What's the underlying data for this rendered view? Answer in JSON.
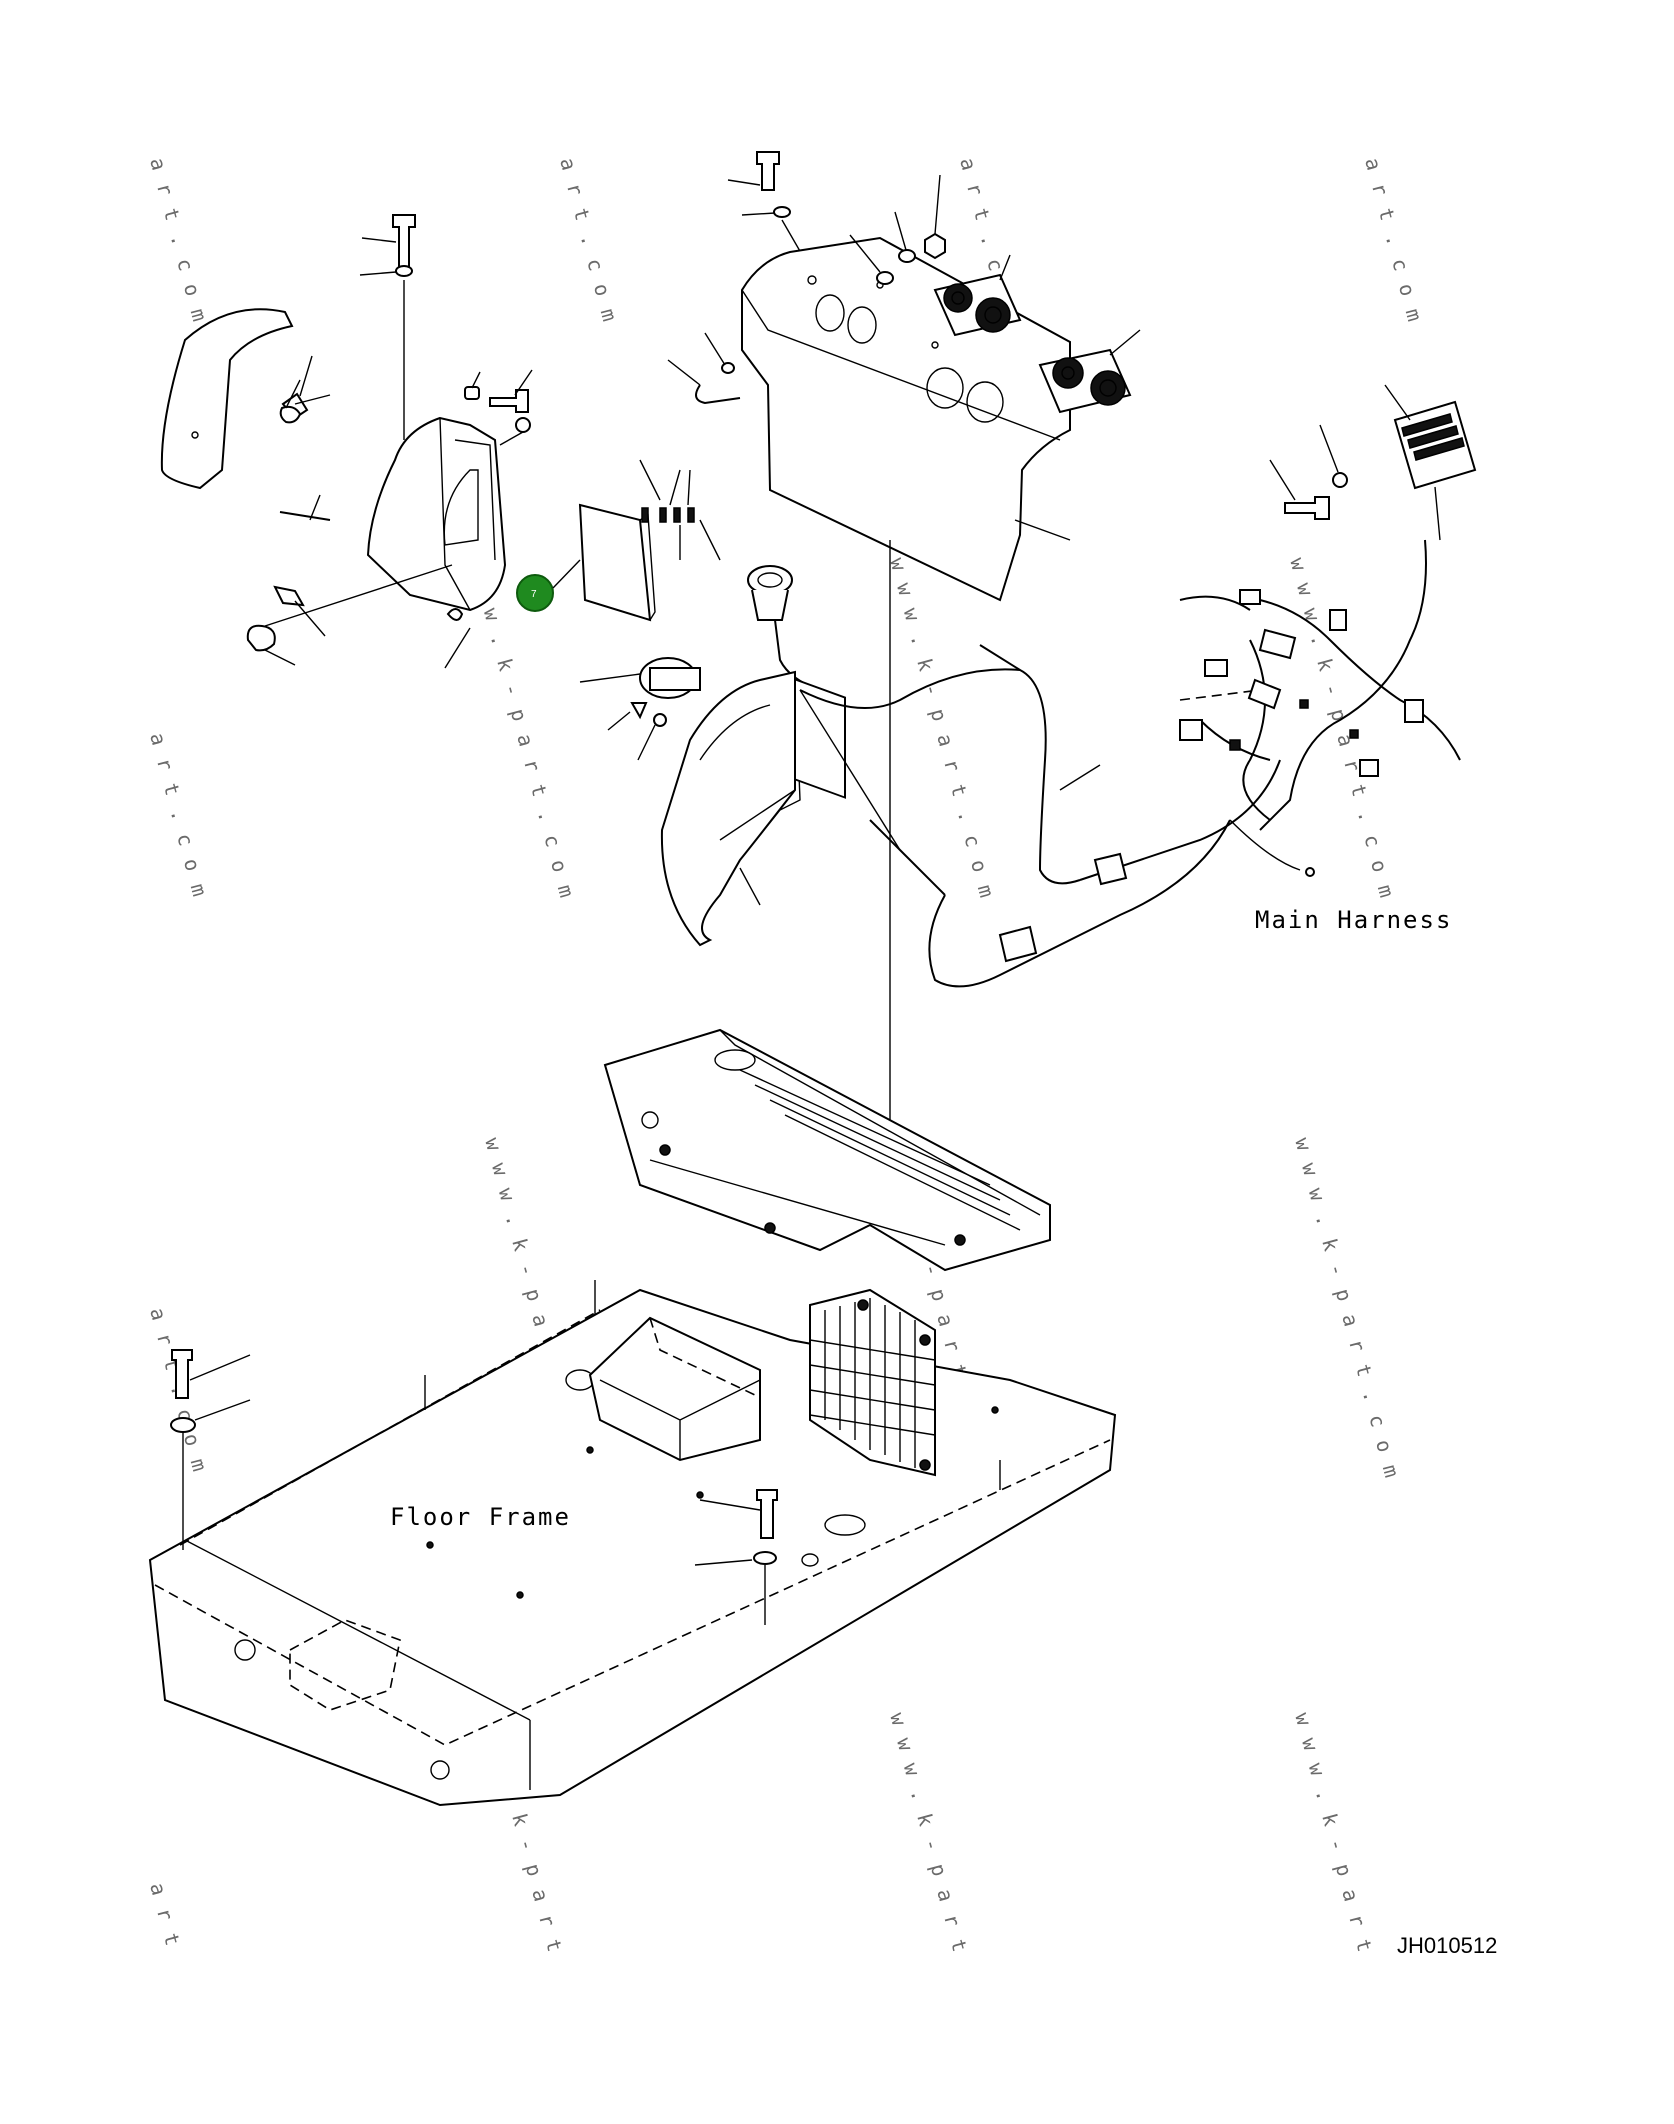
{
  "labels": {
    "main_harness": "Main Harness",
    "floor_frame": "Floor Frame",
    "drawing_code": "JH010512"
  },
  "hotspots": [
    {
      "number": "7",
      "color": "#1f8a1f"
    }
  ],
  "watermark": {
    "text_a": "art.com",
    "text_b": "www.k-part.com",
    "text_c": "www.k-part",
    "text_d": "art",
    "color": "#6a6a6a"
  }
}
